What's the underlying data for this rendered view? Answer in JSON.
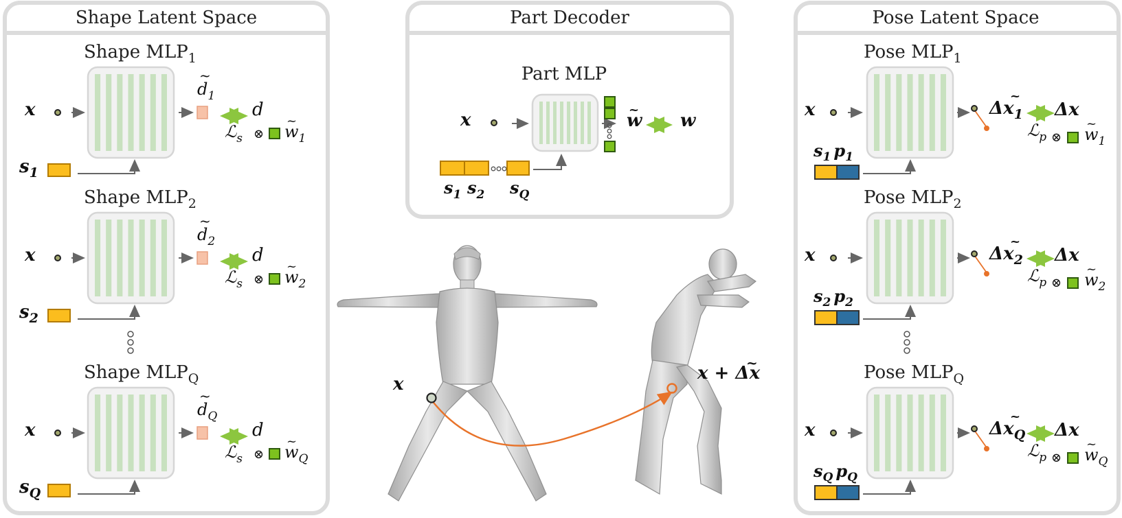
{
  "panels": {
    "shape": {
      "title": "Shape Latent Space",
      "mlps": [
        {
          "name": "Shape MLP",
          "sub": "1",
          "dlabel": "d",
          "dsub": "1",
          "target": "d",
          "loss": "ℒ",
          "loss_sub": "s",
          "weight": "w",
          "weight_sub": "1",
          "input_x": "x",
          "latent": "s",
          "latent_sub": "1"
        },
        {
          "name": "Shape MLP",
          "sub": "2",
          "dlabel": "d",
          "dsub": "2",
          "target": "d",
          "loss": "ℒ",
          "loss_sub": "s",
          "weight": "w",
          "weight_sub": "2",
          "input_x": "x",
          "latent": "s",
          "latent_sub": "2"
        },
        {
          "name": "Shape MLP",
          "sub": "Q",
          "dlabel": "d",
          "dsub": "Q",
          "target": "d",
          "loss": "ℒ",
          "loss_sub": "s",
          "weight": "w",
          "weight_sub": "Q",
          "input_x": "x",
          "latent": "s",
          "latent_sub": "Q"
        }
      ]
    },
    "decoder": {
      "title": "Part Decoder",
      "mlp_title": "Part MLP",
      "input_x": "x",
      "output": "w",
      "target": "w",
      "latents": [
        {
          "s": "s",
          "sub": "1"
        },
        {
          "s": "s",
          "sub": "2"
        },
        {
          "s": "s",
          "sub": "Q"
        }
      ]
    },
    "pose": {
      "title": "Pose Latent Space",
      "mlps": [
        {
          "name": "Pose MLP",
          "sub": "1",
          "delta": "Δx",
          "delta_sub": "1",
          "target": "Δx",
          "loss": "ℒ",
          "loss_sub": "p",
          "weight": "w",
          "weight_sub": "1",
          "input_x": "x",
          "s": "s",
          "p": "p",
          "lat_sub": "1"
        },
        {
          "name": "Pose MLP",
          "sub": "2",
          "delta": "Δx",
          "delta_sub": "2",
          "target": "Δx",
          "loss": "ℒ",
          "loss_sub": "p",
          "weight": "w",
          "weight_sub": "2",
          "input_x": "x",
          "s": "s",
          "p": "p",
          "lat_sub": "2"
        },
        {
          "name": "Pose MLP",
          "sub": "Q",
          "delta": "Δx",
          "delta_sub": "Q",
          "target": "Δx",
          "loss": "ℒ",
          "loss_sub": "p",
          "weight": "w",
          "weight_sub": "Q",
          "input_x": "x",
          "s": "s",
          "p": "p",
          "lat_sub": "Q"
        }
      ]
    },
    "center": {
      "x_label": "x",
      "x_deformed_label": "x + Δx"
    }
  },
  "colors": {
    "panel_border": "#dcdcdc",
    "mlp_fill": "#f2f2f2",
    "mlp_stripe": "#c8e1bf",
    "shape_latent": "#fbbd1e",
    "pose_latent": "#2d6fa0",
    "weight_square": "#7dc21e",
    "sdf_square": "#f7c2a8",
    "arrow_green": "#8cc63f",
    "arrow_orange": "#e8732a",
    "body": "#c9c9c9"
  }
}
